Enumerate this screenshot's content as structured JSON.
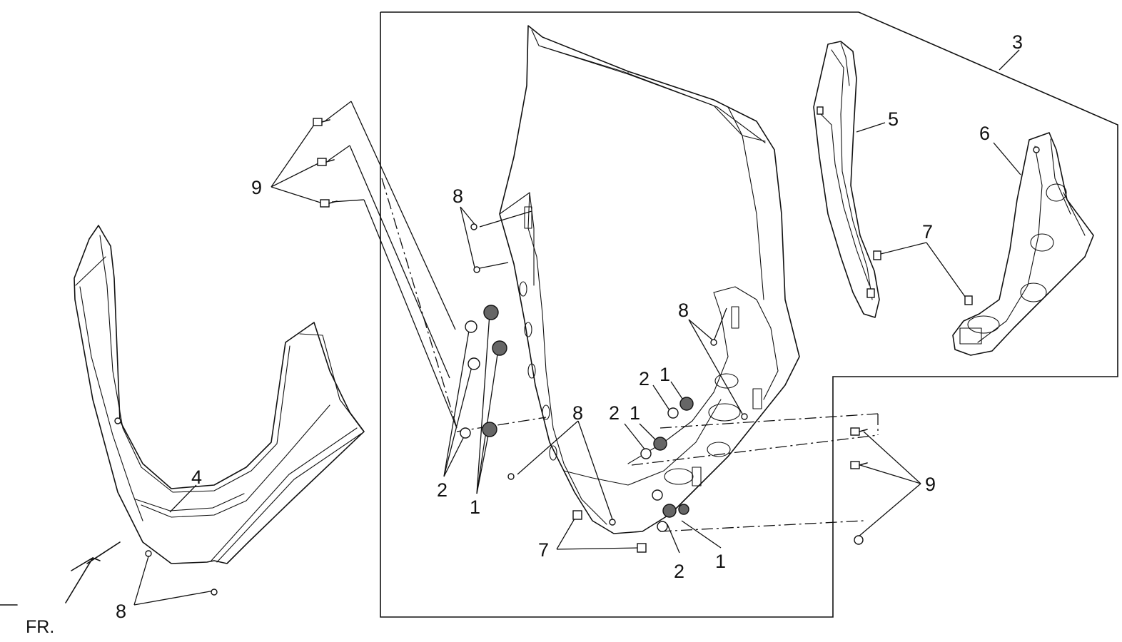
{
  "callouts": {
    "c3": "3",
    "c5": "5",
    "c6": "6",
    "c7a": "7",
    "c7b": "7",
    "c8a": "8",
    "c8b": "8",
    "c8c": "8",
    "c8d": "8",
    "c9a": "9",
    "c9b": "9",
    "c4": "4",
    "c2a": "2",
    "c1a": "1",
    "c2b": "2",
    "c1b": "1",
    "c2c": "2",
    "c1c": "1",
    "c2d": "2",
    "c1d": "1"
  },
  "direction_label": "FR."
}
